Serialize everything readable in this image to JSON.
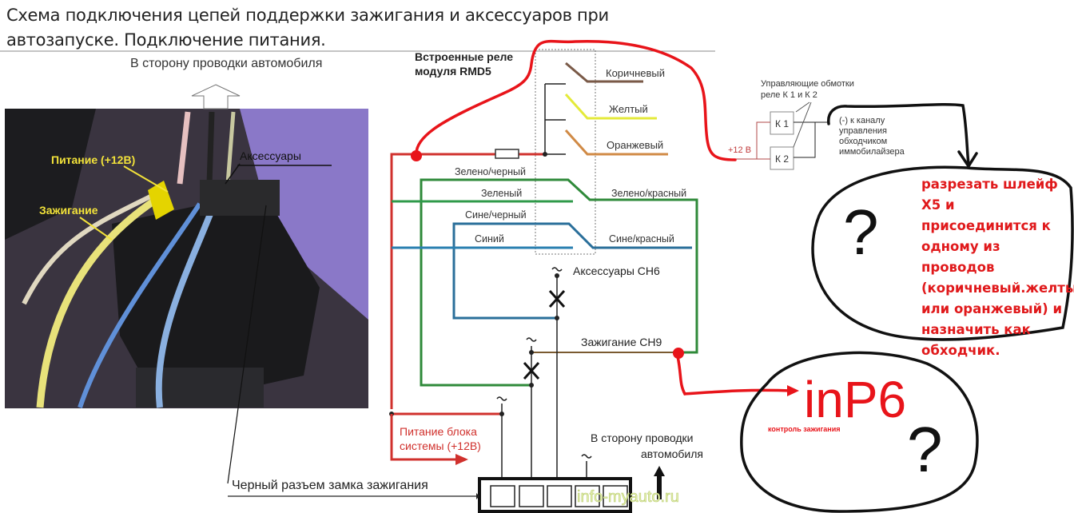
{
  "title": {
    "line1": "Схема подключения цепей поддержки зажигания и аксессуаров при",
    "line2": "автозапуске. Подключение питания."
  },
  "photo": {
    "top_label": "В сторону проводки автомобиля",
    "power_label": "Питание (+12В)",
    "accessories_label": "Аксессуары",
    "ignition_label": "Зажигание"
  },
  "relay": {
    "heading_line1": "Встроенные реле",
    "heading_line2": "модуля RMD5",
    "wires": {
      "brown": "Коричневый",
      "yellow": "Желтый",
      "orange": "Оранжевый",
      "green_black": "Зелено/черный",
      "green": "Зеленый",
      "green_red": "Зелено/красный",
      "blue_black": "Сине/черный",
      "blue": "Синий",
      "blue_red": "Сине/красный"
    },
    "accessories_channel": "Аксессуары CH6",
    "ignition_channel": "Зажигание CH9",
    "power_line1": "Питание блока",
    "power_line2": "системы (+12В)",
    "car_wiring_line1": "В сторону проводки",
    "car_wiring_line2": "автомобиля",
    "ignition_lock_connector": "Черный разъем замка зажигания",
    "watermark": "info-myauto.ru"
  },
  "coils": {
    "heading_line1": "Управляющие обмотки",
    "heading_line2": "реле К 1 и К 2",
    "k1": "К 1",
    "k2": "К 2",
    "plus12": "+12 В",
    "minus_line1": "(-) к каналу",
    "minus_line2": "управления",
    "minus_line3": "обходчиком",
    "minus_line4": "иммобилайзера"
  },
  "annotations": {
    "note": "разрезать шлейф X5 и присоединится к одному из проводов (коричневый.желтый или оранжевый) и назначить как обходчик.",
    "question_mark": "?",
    "inp6": "inP6",
    "inp6_caption": "контроль зажигания"
  },
  "colors": {
    "red": "#d0312d",
    "handdrawn_red": "#e8141a",
    "brown": "#7a5a48",
    "yellow": "#e4ea3a",
    "orange": "#d08a45",
    "green": "#2f8a3a",
    "blue": "#2a6f9a"
  }
}
